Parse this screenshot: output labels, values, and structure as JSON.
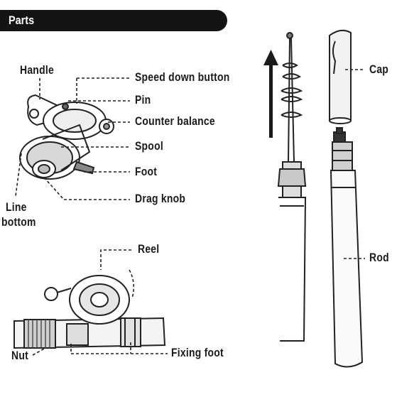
{
  "header": {
    "title": "Parts"
  },
  "labels": {
    "handle": "Handle",
    "speed_down_button": "Speed down button",
    "pin": "Pin",
    "counter_balance": "Counter balance",
    "spool": "Spool",
    "foot": "Foot",
    "drag_knob": "Drag knob",
    "line_bottom_1": "Line",
    "line_bottom_2": "bottom",
    "reel": "Reel",
    "nut": "Nut",
    "fixing_foot": "Fixing foot",
    "cap": "Cap",
    "rod": "Rod"
  }
}
